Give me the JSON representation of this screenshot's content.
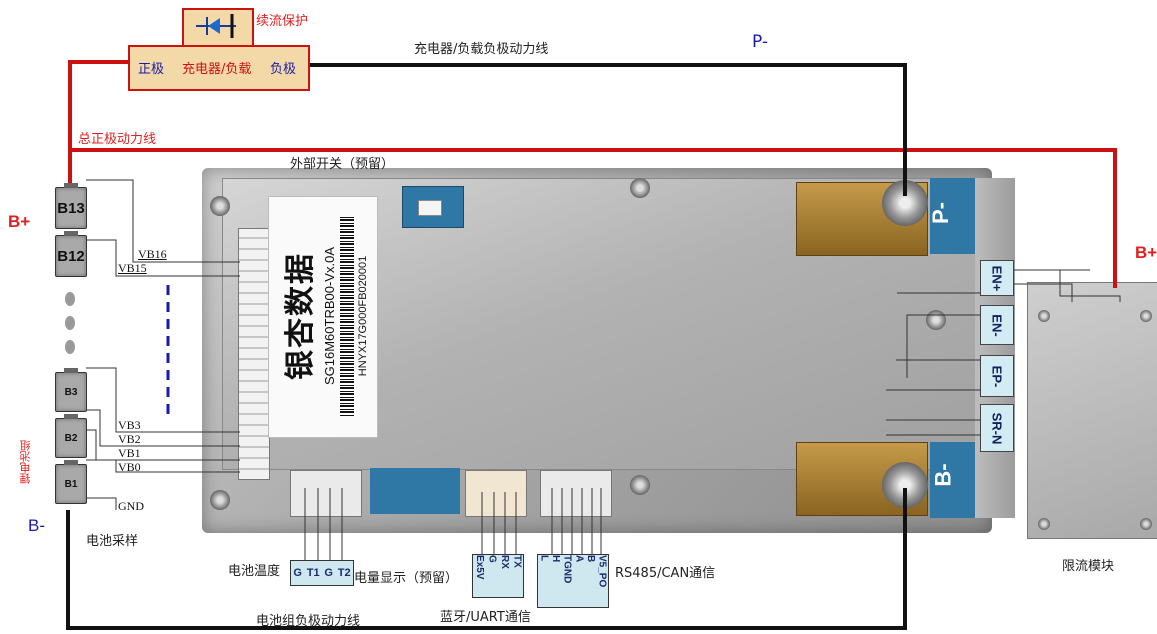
{
  "labels": {
    "freewheel": "续流保护",
    "charger_neg_line": "充电器/负载负极动力线",
    "p_minus": "P-",
    "positive": "正极",
    "charger_load": "充电器/负载",
    "negative": "负极",
    "total_pos_line": "总正极动力线",
    "external_switch": "外部开关（预留）",
    "b_plus_left": "B+",
    "b_plus_right": "B+",
    "b_minus": "B-",
    "battery_pack": "锂电池组",
    "battery_sampling": "电池采样",
    "battery_temp": "电池温度",
    "soc_display": "电量显示（预留）",
    "bluetooth_uart": "蓝牙/UART通信",
    "rs485_can": "RS485/CAN通信",
    "pack_neg_line": "电池组负极动力线",
    "current_limit_module": "限流模块"
  },
  "cells": [
    "B13",
    "B12",
    "B3",
    "B2",
    "B1"
  ],
  "sampling_wires": [
    "VB16",
    "VB15",
    "VB3",
    "VB2",
    "VB1",
    "VB0",
    "GND"
  ],
  "board": {
    "brand": "银杏数据",
    "model": "SG16M60TRB00-Vx.0A",
    "serial": "HNYX17G000FB020001",
    "p_minus_mark": "P-",
    "b_minus_mark": "B-"
  },
  "right_connectors": [
    "EN+",
    "EN-",
    "EP-",
    "SR-N"
  ],
  "temp_connector": [
    "G",
    "T1",
    "G",
    "T2"
  ],
  "uart_connector": [
    "Ex5V",
    "G",
    "RX",
    "TX"
  ],
  "rs485_connector": [
    "L",
    "H",
    "TGND",
    "A",
    "B",
    "V5_PO"
  ],
  "colors": {
    "positive_wire": "#cc1111",
    "negative_wire": "#000000",
    "connector_fill": "#cfe8ef",
    "board_grey": "#9a9a9a"
  }
}
